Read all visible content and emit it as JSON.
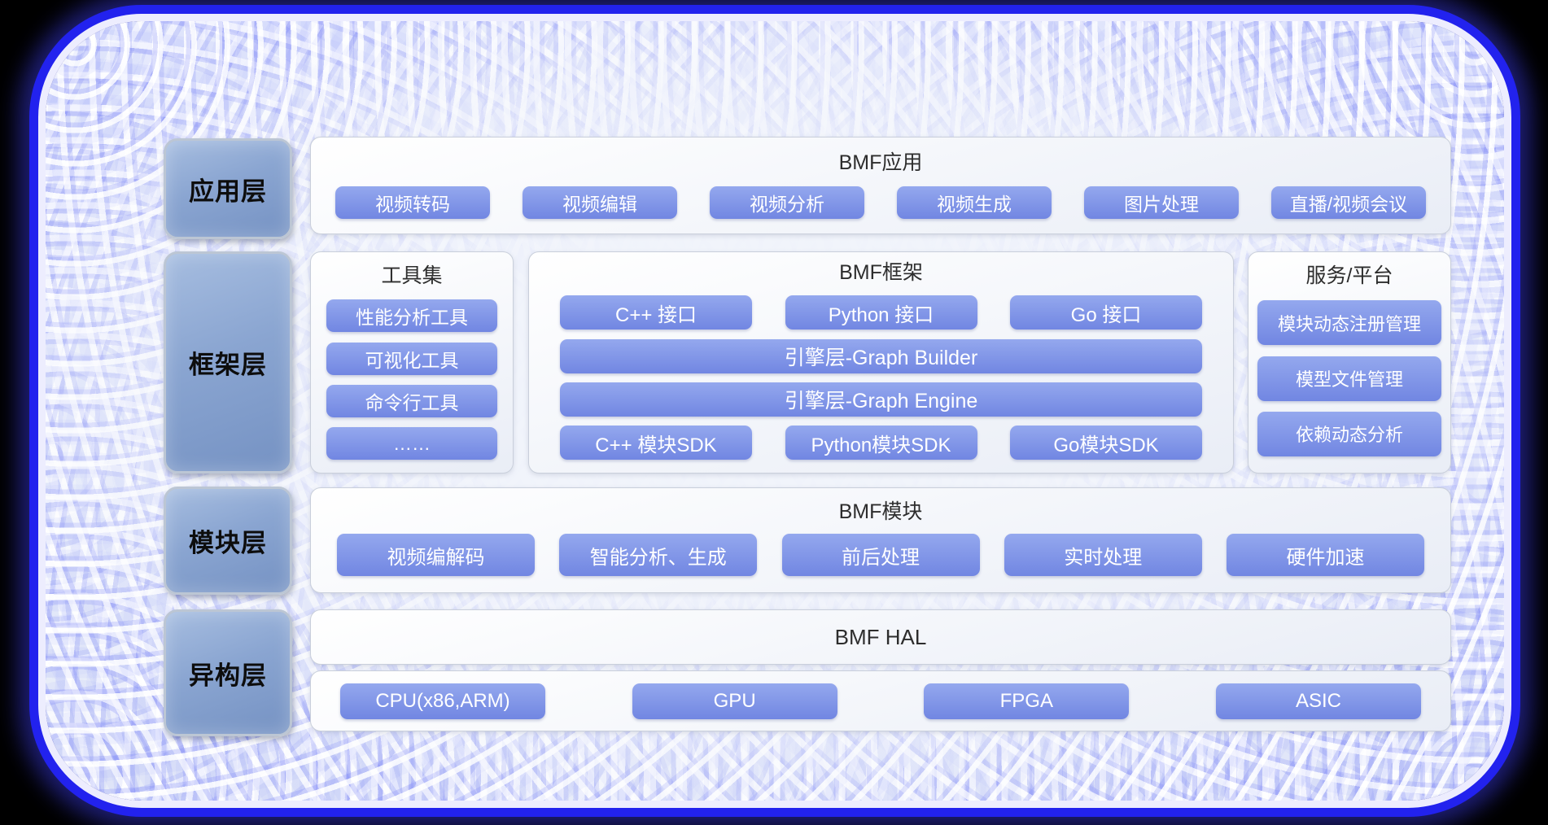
{
  "diagram": {
    "layers": [
      {
        "label": "应用层"
      },
      {
        "label": "框架层"
      },
      {
        "label": "模块层"
      },
      {
        "label": "异构层"
      }
    ],
    "app": {
      "title": "BMF应用",
      "items": [
        "视频转码",
        "视频编辑",
        "视频分析",
        "视频生成",
        "图片处理",
        "直播/视频会议"
      ]
    },
    "toolset": {
      "title": "工具集",
      "items": [
        "性能分析工具",
        "可视化工具",
        "命令行工具",
        "……"
      ]
    },
    "framework": {
      "title": "BMF框架",
      "apis": [
        "C++ 接口",
        "Python 接口",
        "Go 接口"
      ],
      "engines": [
        "引擎层-Graph Builder",
        "引擎层-Graph Engine"
      ],
      "sdks": [
        "C++ 模块SDK",
        "Python模块SDK",
        "Go模块SDK"
      ]
    },
    "service": {
      "title": "服务/平台",
      "items": [
        "模块动态注册管理",
        "模型文件管理",
        "依赖动态分析"
      ]
    },
    "module": {
      "title": "BMF模块",
      "items": [
        "视频编解码",
        "智能分析、生成",
        "前后处理",
        "实时处理",
        "硬件加速"
      ]
    },
    "hal": {
      "title": "BMF HAL"
    },
    "hardware": {
      "items": [
        "CPU(x86,ARM)",
        "GPU",
        "FPGA",
        "ASIC"
      ]
    }
  },
  "colors": {
    "button_top": "#94a8ee",
    "button_bottom": "#7186e2",
    "label_box": "#8aa5d1",
    "frame_glow": "#2222ee",
    "panel_border": "#c9cfdb",
    "background": "#000000"
  }
}
